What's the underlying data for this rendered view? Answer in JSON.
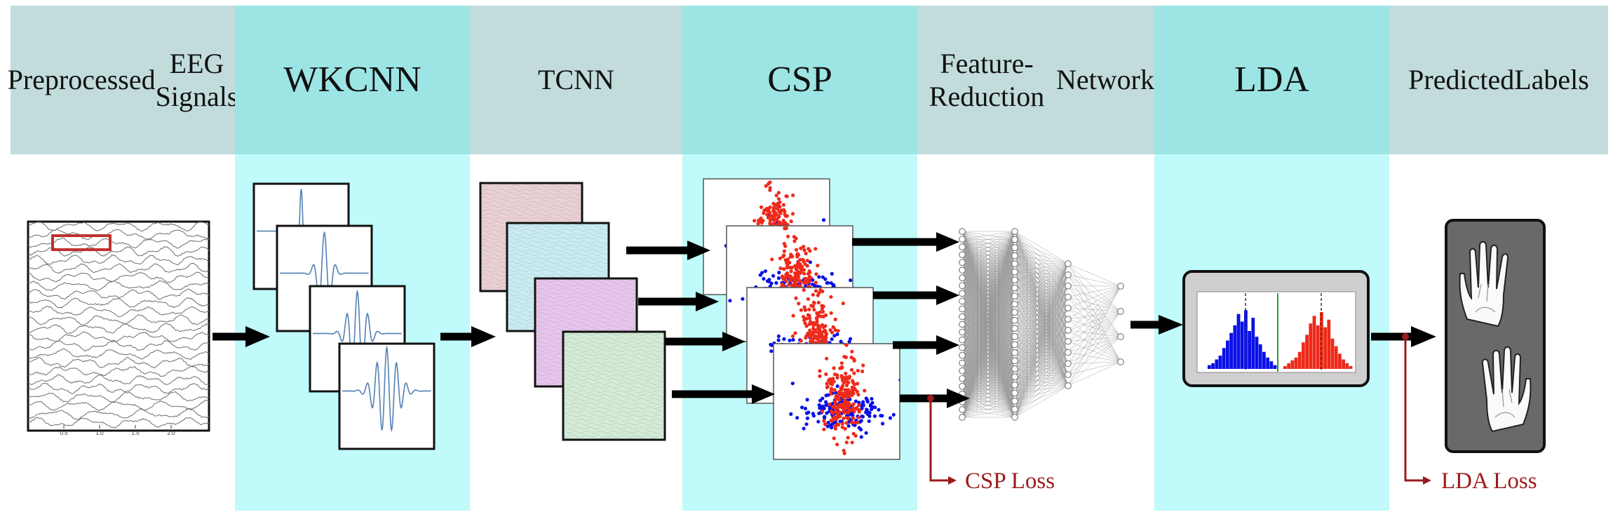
{
  "stages": [
    {
      "id": "eeg",
      "title": "Preprocessed\nEEG Signals"
    },
    {
      "id": "wkcnn",
      "title": "WKCNN"
    },
    {
      "id": "tcnn",
      "title": "TCNN"
    },
    {
      "id": "csp",
      "title": "CSP"
    },
    {
      "id": "frn",
      "title": "Feature-Reduction\nNetwork"
    },
    {
      "id": "lda",
      "title": "LDA"
    },
    {
      "id": "pred",
      "title": "Predicted\nLabels"
    }
  ],
  "losses": {
    "csp": "CSP Loss",
    "lda": "LDA Loss"
  },
  "eeg_axis_ticks": [
    "0.5",
    "1.0",
    "1.5",
    "2.0"
  ],
  "colors": {
    "header_gray": "#c2dcdc",
    "header_cyan": "#9de5e5",
    "band_cyan": "#c0fafa",
    "class_a": "#ee2a1a",
    "class_b": "#0a10e6",
    "loss_red": "#9b1b1b",
    "wavelet": "#5b87b8"
  }
}
